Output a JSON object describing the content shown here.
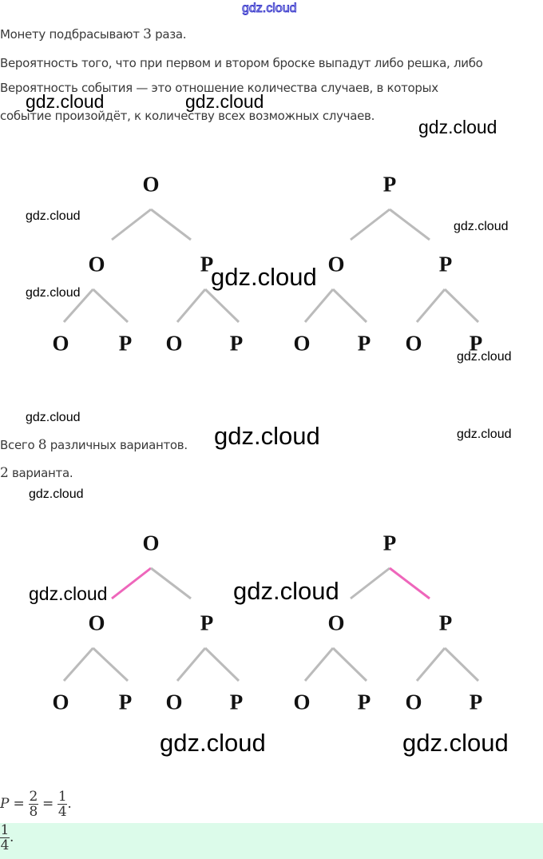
{
  "header_watermark": "gdz.cloud",
  "lines": {
    "l1_pre": "Монету подбрасывают ",
    "l1_num": "3",
    "l1_post": " раза.",
    "l2": "Вероятность того, что при первом и втором броске выпадут либо решка, либо",
    "l3": "Вероятность события — это отношение количества случаев, в которых",
    "l4": "событие произойдёт, к количеству всех возможных случаев.",
    "l5_pre": "Всего ",
    "l5_num": "8",
    "l5_post": " различных вариантов.",
    "l6_num": "2",
    "l6_post": " варианта."
  },
  "tree": {
    "roots": [
      "O",
      "P"
    ],
    "level2": [
      "O",
      "P",
      "O",
      "P"
    ],
    "level3": [
      "O",
      "P",
      "O",
      "P",
      "O",
      "P",
      "O",
      "P"
    ]
  },
  "colors": {
    "branch": "#bbbbbb",
    "highlight": "#ee66bb",
    "answer_bg": "#dcfbea"
  },
  "formula": {
    "p": "P",
    "eq": "=",
    "num1": "2",
    "den1": "8",
    "num2": "1",
    "den2": "4",
    "dot": "."
  },
  "answer": {
    "num": "1",
    "den": "4",
    "dot": "."
  },
  "watermark": "gdz.cloud"
}
